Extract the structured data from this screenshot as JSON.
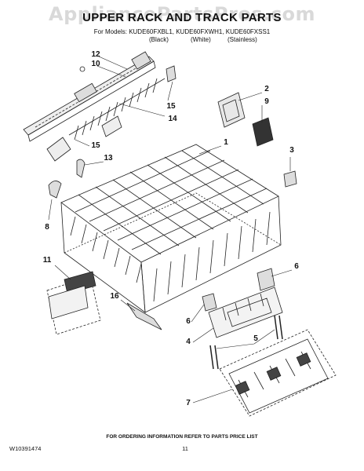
{
  "watermark": "AppliancePartsPros.com",
  "title": "UPPER RACK AND TRACK PARTS",
  "models_line": "For Models: KUDE60FXBL1, KUDE60FXWH1, KUDE60FXSS1",
  "variants": [
    "(Black)",
    "(White)",
    "(Stainless)"
  ],
  "callouts": {
    "c12": "12",
    "c10": "10",
    "c15a": "15",
    "c14": "14",
    "c15b": "15",
    "c13": "13",
    "c8": "8",
    "c2": "2",
    "c9": "9",
    "c1": "1",
    "c3": "3",
    "c11": "11",
    "c16": "16",
    "c6a": "6",
    "c6b": "6",
    "c4": "4",
    "c5": "5",
    "c7": "7"
  },
  "footer_note": "FOR ORDERING INFORMATION REFER TO PARTS PRICE LIST",
  "doc_id": "W10391474",
  "page_number": "11"
}
